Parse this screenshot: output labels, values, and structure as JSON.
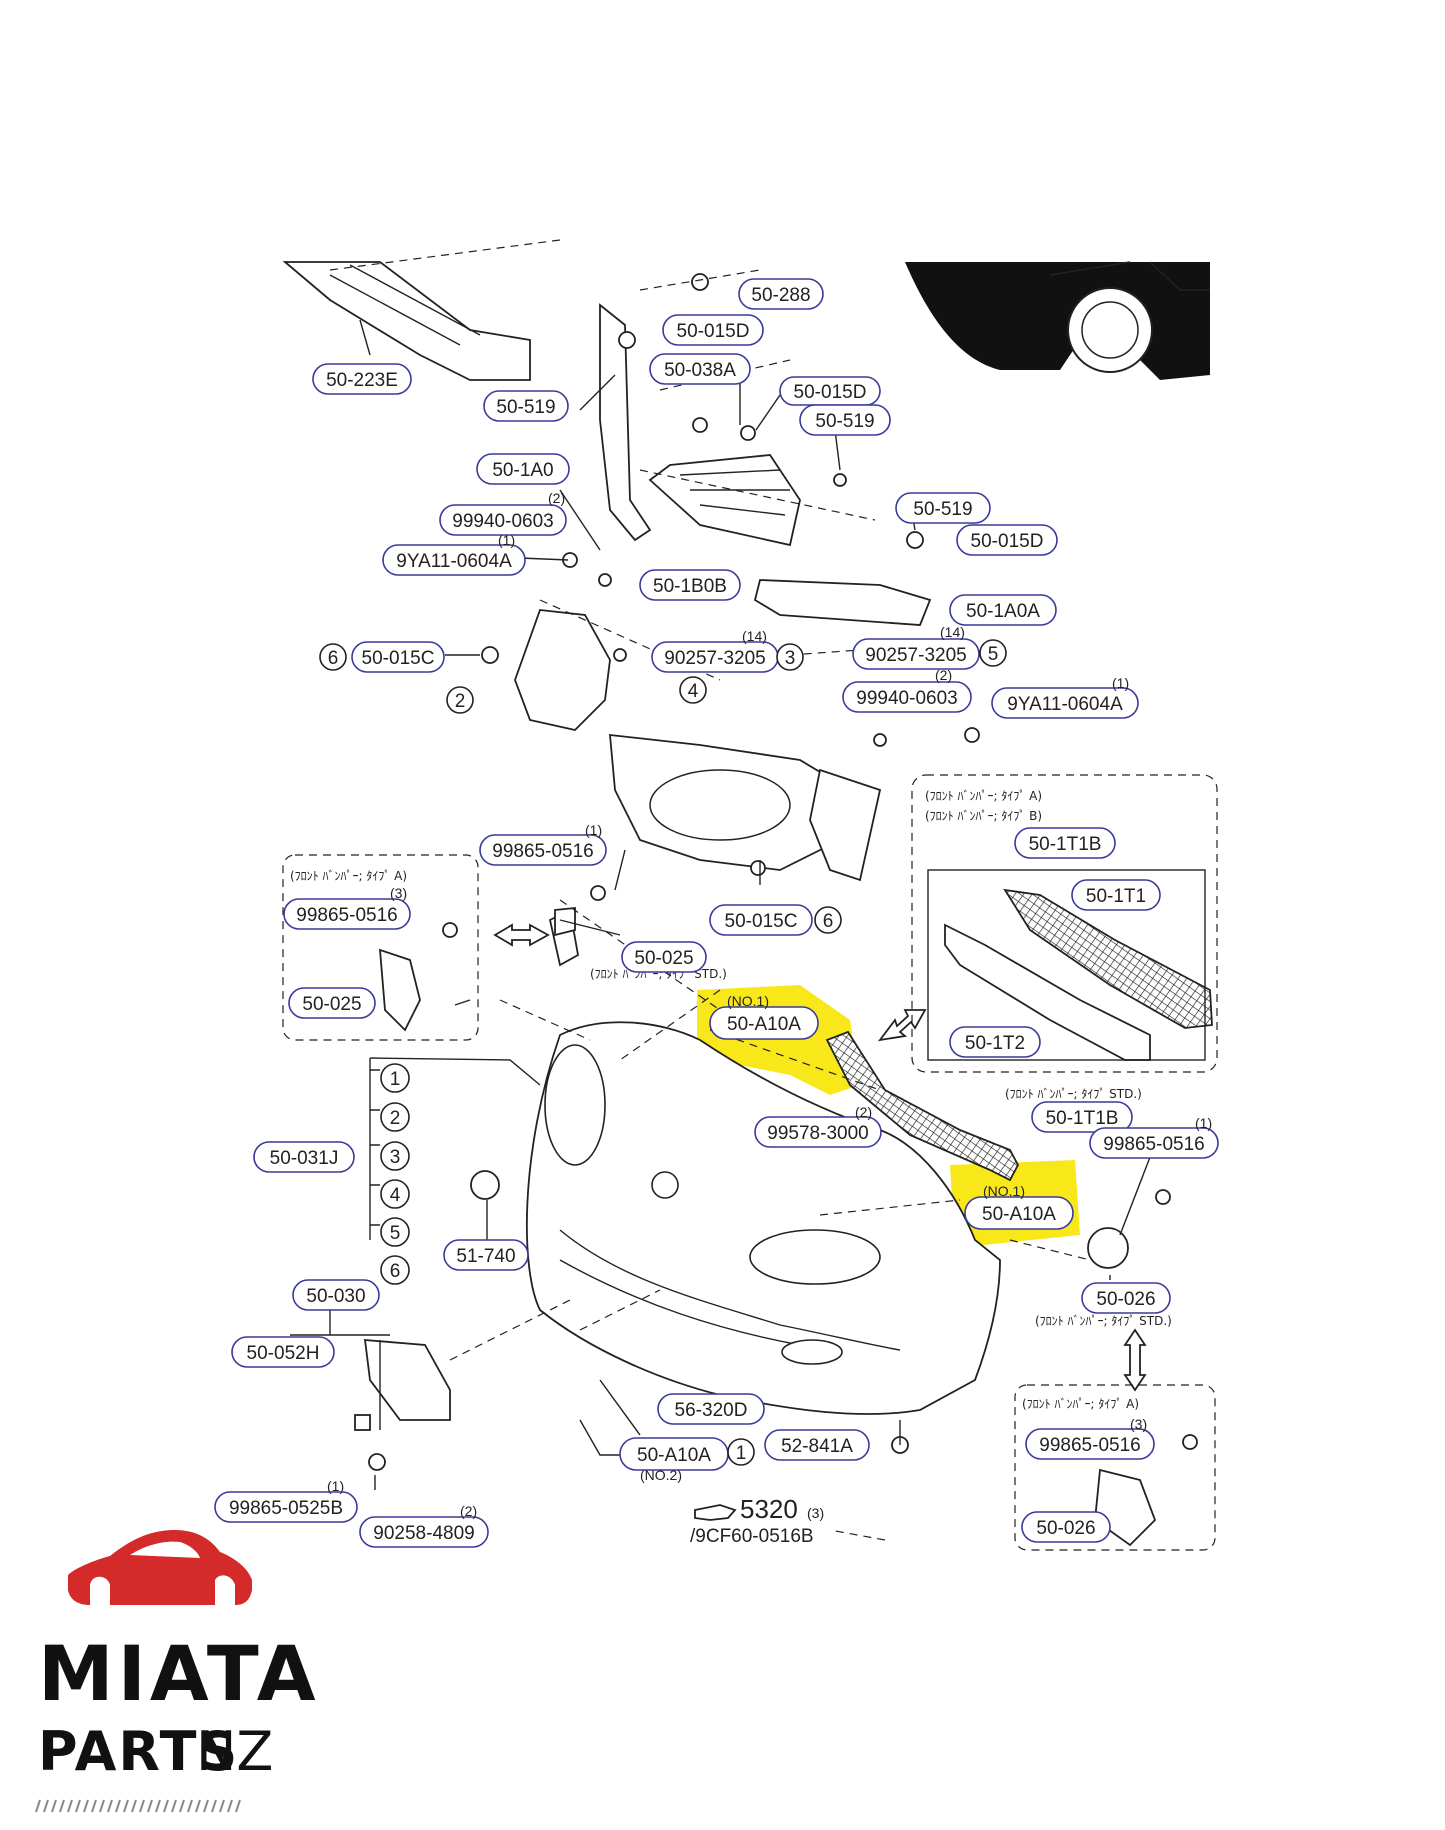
{
  "diagram": {
    "labels": {
      "l_223e": "50-223E",
      "l_519a": "50-519",
      "l_015d_top": "50-015D",
      "l_288": "50-288",
      "l_038a": "50-038A",
      "l_015d_mid": "50-015D",
      "l_519b": "50-519",
      "l_1a0": "50-1A0",
      "l_99940a": "99940-0603",
      "l_9ya11a": "9YA11-0604A",
      "l_1b0b": "50-1B0B",
      "l_519c": "50-519",
      "l_015d_r": "50-015D",
      "l_1a0a": "50-1A0A",
      "l_015c_l": "50-015C",
      "l_90257a": "90257-3205",
      "l_90257b": "90257-3205",
      "l_99940b": "99940-0603",
      "l_9ya11b": "9YA11-0604A",
      "l_1t1b_top": "50-1T1B",
      "l_1t1": "50-1T1",
      "l_1t2": "50-1T2",
      "l_99865a": "99865-0516",
      "l_015c_r": "50-015C",
      "l_99865b": "99865-0516",
      "l_025a": "50-025",
      "l_025b": "50-025",
      "l_a10a_top": "50-A10A",
      "l_1t1b_bot": "50-1T1B",
      "l_99578": "99578-3000",
      "l_99865c": "99865-0516",
      "l_a10a_mid": "50-A10A",
      "l_031j": "50-031J",
      "l_51740": "51-740",
      "l_026a": "50-026",
      "l_030": "50-030",
      "l_052h": "50-052H",
      "l_320d": "56-320D",
      "l_a10a_bot": "50-A10A",
      "l_841a": "52-841A",
      "l_99865d": "99865-0516",
      "l_026b": "50-026",
      "l_99865e": "99865-0525B",
      "l_90258": "90258-4809"
    },
    "quantities": {
      "q_99940a": "(2)",
      "q_9ya11a": "(1)",
      "q_90257a": "(14)",
      "q_90257b": "(14)",
      "q_99940b": "(2)",
      "q_9ya11b": "(1)",
      "q_99865a": "(1)",
      "q_99865b": "(3)",
      "q_99578": "(2)",
      "q_99865c": "(1)",
      "q_99865d": "(3)",
      "q_99865e": "(1)",
      "q_90258": "(2)",
      "q_5320": "(3)"
    },
    "refs": {
      "r_6a": "6",
      "r_3a": "3",
      "r_5a": "5",
      "r_2": "2",
      "r_4": "4",
      "r_6b": "6",
      "r_1a": "1",
      "g1": "1",
      "g2": "2",
      "g3": "3",
      "g4": "4",
      "g5": "5",
      "g6": "6"
    },
    "notes": {
      "no1_top": "(NO.1)",
      "no1_mid": "(NO.1)",
      "no2_bot": "(NO.2)",
      "typeA_left": "(ﾌﾛﾝﾄ ﾊﾞﾝﾊﾟｰ; ﾀｲﾌﾟ A)",
      "typeA_right_1": "(ﾌﾛﾝﾄ ﾊﾞﾝﾊﾟｰ; ﾀｲﾌﾟ A)",
      "typeA_right_2": "(ﾌﾛﾝﾄ ﾊﾞﾝﾊﾟｰ; ﾀｲﾌﾟ B)",
      "typeA_br": "(ﾌﾛﾝﾄ ﾊﾞﾝﾊﾟｰ; ﾀｲﾌﾟ A)",
      "std_025": "(ﾌﾛﾝﾄ ﾊﾞﾝﾊﾟｰ; ﾀｲﾌﾟ STD.)",
      "std_1t1b": "(ﾌﾛﾝﾄ ﾊﾞﾝﾊﾟｰ; ﾀｲﾌﾟ STD.)",
      "std_026": "(ﾌﾛﾝﾄ ﾊﾞﾝﾊﾟｰ; ﾀｲﾌﾟ STD.)",
      "ref_5320": "5320",
      "ref_9cf60": "/9CF60-0516B"
    },
    "highlight_color": "#f7e600",
    "label_border_color": "#3a3a9a"
  },
  "logo": {
    "line1": "MIATA",
    "line2": "PARTS",
    "line3": "NZ",
    "car_color": "#d42a2a",
    "icon": "car-silhouette-icon"
  }
}
